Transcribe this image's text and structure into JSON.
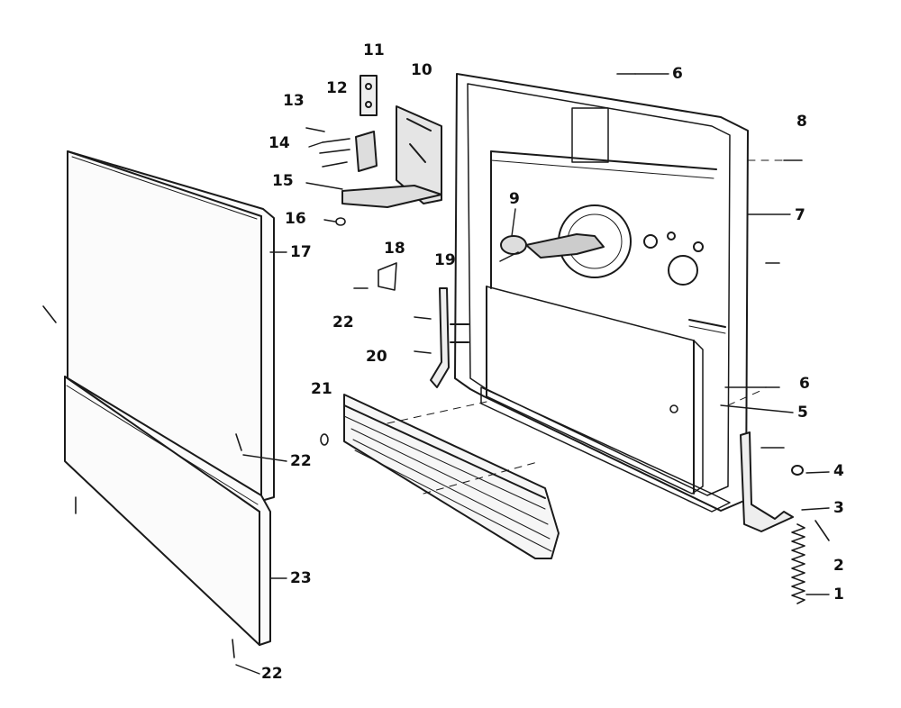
{
  "diagram": {
    "type": "exploded-parts-diagram",
    "line_color": "#1a1a1a",
    "part_labels": {
      "p1": "1",
      "p2": "2",
      "p3": "3",
      "p4": "4",
      "p5": "5",
      "p6a": "6",
      "p6b": "6",
      "p7": "7",
      "p8": "8",
      "p9": "9",
      "p10": "10",
      "p11": "11",
      "p12": "12",
      "p13": "13",
      "p14": "14",
      "p15": "15",
      "p16": "16",
      "p17": "17",
      "p18": "18",
      "p19": "19",
      "p20": "20",
      "p21": "21",
      "p22a": "22",
      "p22b": "22",
      "p22c": "22",
      "p23": "23"
    }
  }
}
